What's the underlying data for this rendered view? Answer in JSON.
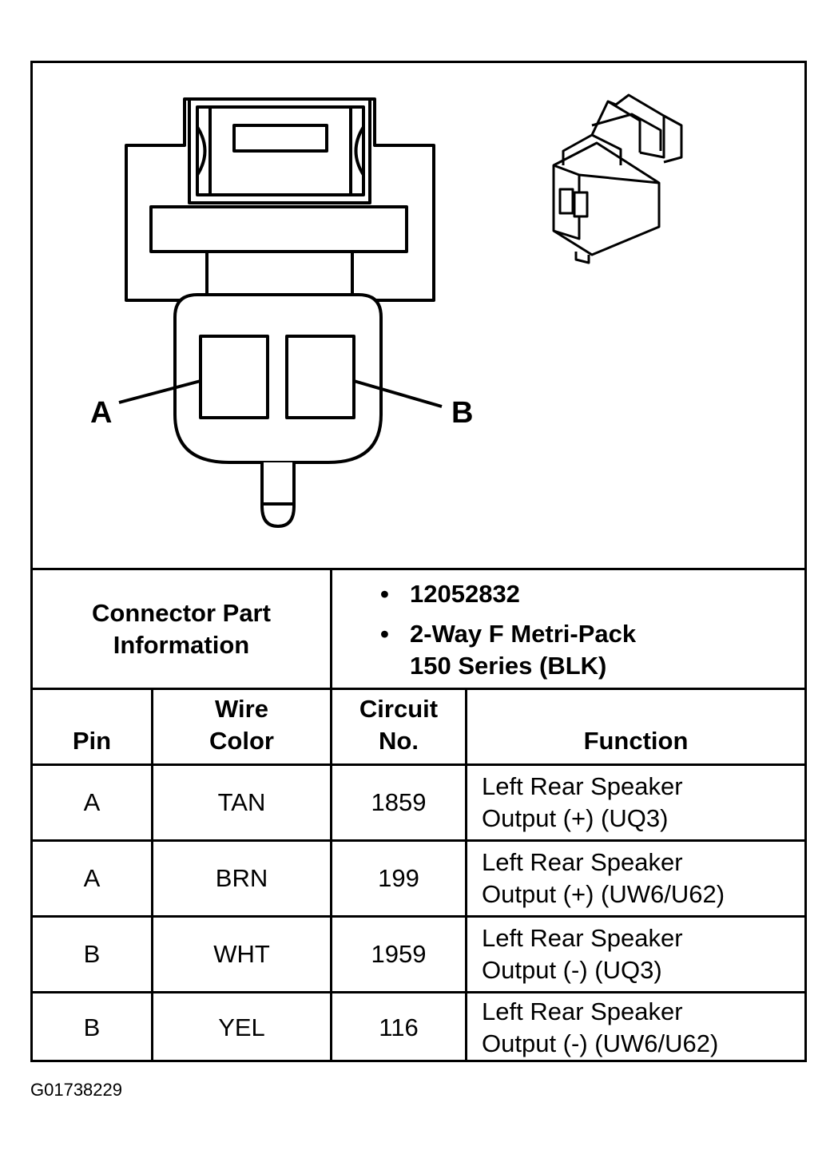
{
  "diagram": {
    "pin_label_a": "A",
    "pin_label_b": "B"
  },
  "connector_info": {
    "label_line1": "Connector Part",
    "label_line2": "Information",
    "bullet": "•",
    "part_number": "12052832",
    "description_line1": "2-Way F Metri-Pack",
    "description_line2": "150 Series (BLK)"
  },
  "table": {
    "headers": {
      "pin": "Pin",
      "wire_color_line1": "Wire",
      "wire_color_line2": "Color",
      "circuit_line1": "Circuit",
      "circuit_line2": "No.",
      "function": "Function"
    },
    "rows": [
      {
        "pin": "A",
        "color": "TAN",
        "circuit": "1859",
        "function_line1": "Left Rear Speaker",
        "function_line2": "Output (+) (UQ3)"
      },
      {
        "pin": "A",
        "color": "BRN",
        "circuit": "199",
        "function_line1": "Left Rear Speaker",
        "function_line2": "Output (+) (UW6/U62)"
      },
      {
        "pin": "B",
        "color": "WHT",
        "circuit": "1959",
        "function_line1": "Left Rear Speaker",
        "function_line2": "Output (-) (UQ3)"
      },
      {
        "pin": "B",
        "color": "YEL",
        "circuit": "116",
        "function_line1": "Left Rear Speaker",
        "function_line2": "Output (-) (UW6/U62)"
      }
    ]
  },
  "figure_id": "G01738229"
}
